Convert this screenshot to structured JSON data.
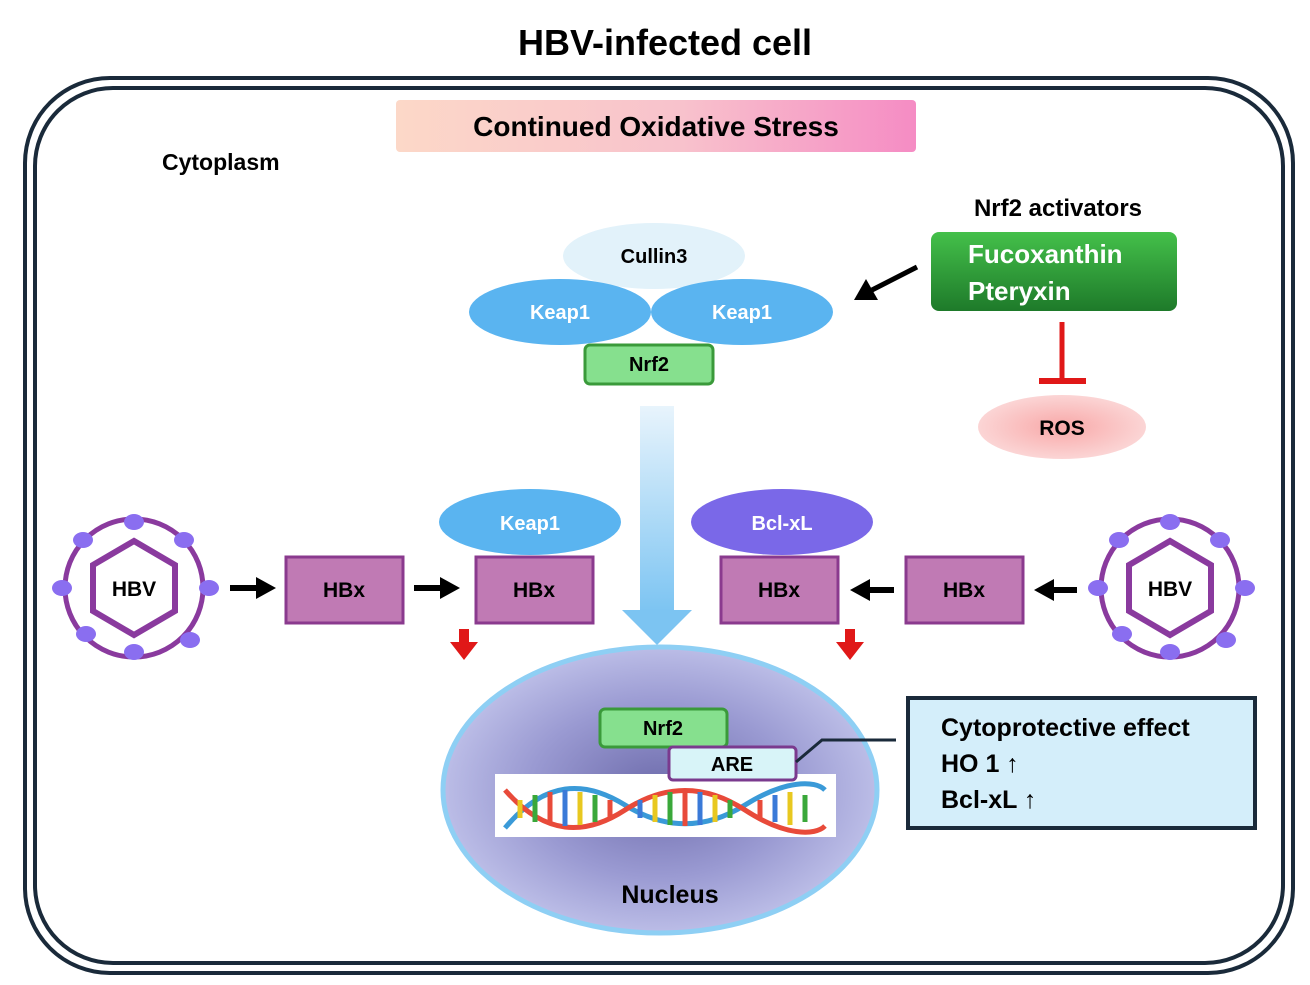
{
  "title": "HBV-infected cell",
  "stress_banner": "Continued Oxidative Stress",
  "cytoplasm_label": "Cytoplasm",
  "nucleus_label": "Nucleus",
  "complex": {
    "cullin": "Cullin3",
    "keap1_left": "Keap1",
    "keap1_right": "Keap1",
    "nrf2": "Nrf2"
  },
  "activators": {
    "heading": "Nrf2 activators",
    "items": [
      "Fucoxanthin",
      "Pteryxin"
    ]
  },
  "ros": "ROS",
  "left_pathway": {
    "virus": "HBV",
    "hbx_1": "HBx",
    "hbx_2": "HBx",
    "partner": "Keap1"
  },
  "right_pathway": {
    "virus": "HBV",
    "hbx_1": "HBx",
    "hbx_2": "HBx",
    "partner": "Bcl-xL"
  },
  "nuclear": {
    "nrf2": "Nrf2",
    "are": "ARE"
  },
  "effect_box": {
    "lines": [
      "Cytoprotective effect",
      "HO 1 ↑",
      "Bcl-xL ↑"
    ]
  },
  "colors": {
    "cell_border": "#1a2a3a",
    "keap1": "#5ab4f0",
    "nrf2_fill": "#86e08e",
    "nrf2_border": "#3a9a3a",
    "hbx_fill": "#c07ab4",
    "hbx_border": "#8a3a8e",
    "virus": "#8a3a9e",
    "virus_dots": "#8a6ef0",
    "bclxl": "#7a68e8",
    "activator_green": "#2a9a3a",
    "inhibit_red": "#e01818",
    "ros_fill": "#f8b8b8",
    "effect_fill": "#d4eefa",
    "effect_border": "#1a2a3a"
  }
}
